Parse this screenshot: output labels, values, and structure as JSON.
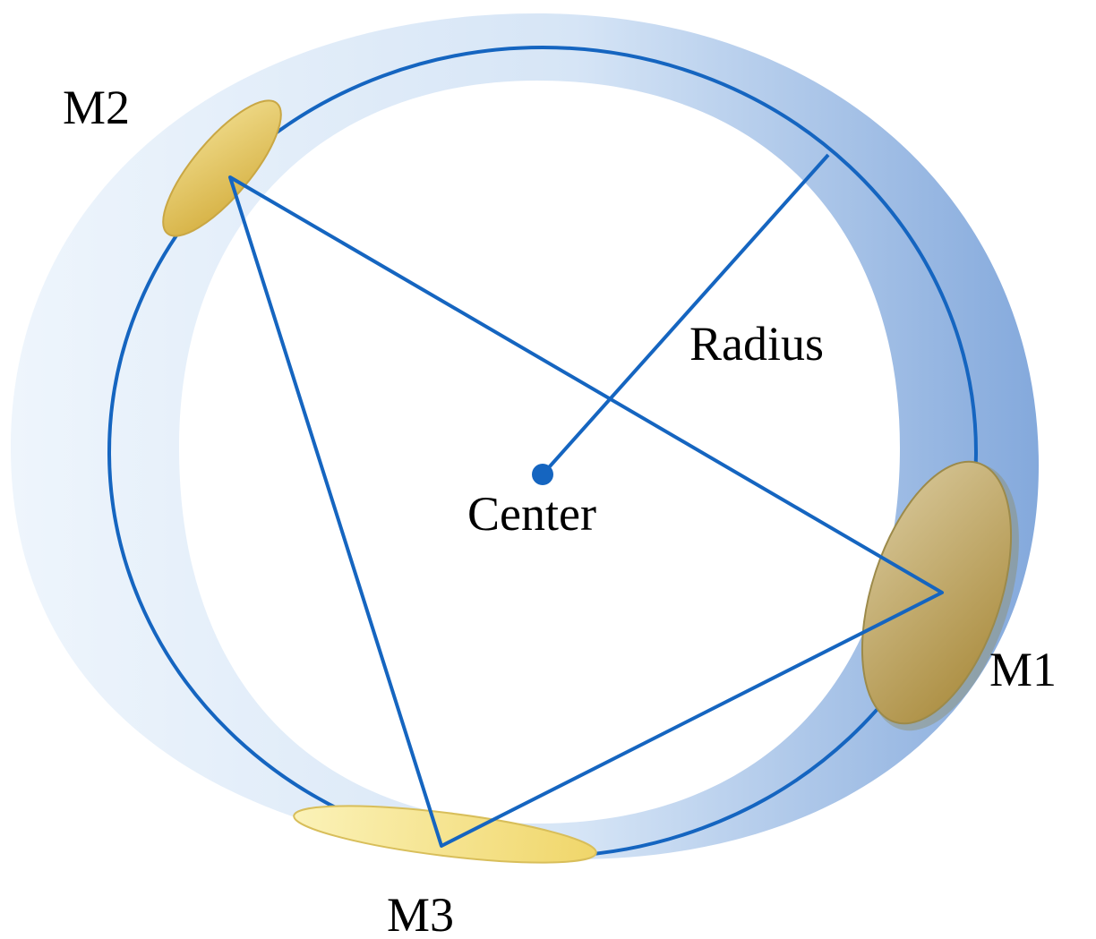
{
  "labels": {
    "m1": "M1",
    "m2": "M2",
    "m3": "M3",
    "radius": "Radius",
    "center": "Center"
  },
  "colors": {
    "circle": "#1565c0",
    "band_light": "#e3eef9",
    "band_dark": "#8fb3e0",
    "mirror_m1": "#b39b4e",
    "mirror_m2": "#d9b84e",
    "mirror_m3": "#f3df82",
    "center_dot": "#1565c0"
  }
}
